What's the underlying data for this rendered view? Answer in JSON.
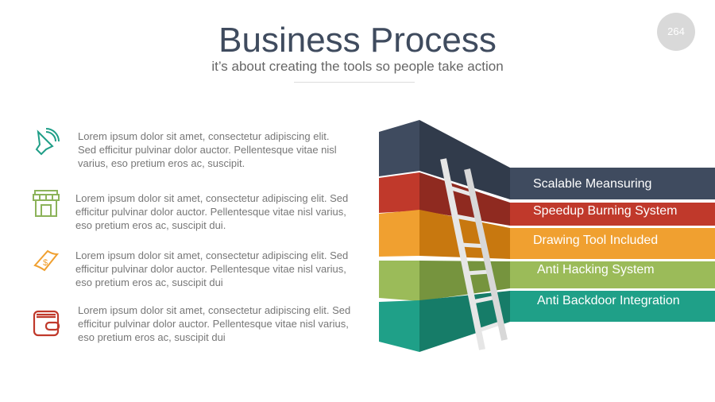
{
  "header": {
    "title": "Business Process",
    "subtitle": "it’s about creating the tools so people take action",
    "page_number": "264"
  },
  "items": [
    {
      "icon": "megaphone-icon",
      "color": "#1f9e87",
      "text": "Lorem ipsum dolor sit amet, consectetur adipiscing elit. Sed efficitur pulvinar dolor auctor. Pellentesque vitae nisl varius, eso pretium eros ac, suscipit."
    },
    {
      "icon": "store-icon",
      "color": "#8cb35a",
      "text": "Lorem ipsum dolor sit amet, consectetur adipiscing elit. Sed efficitur pulvinar dolor auctor. Pellentesque vitae nisl varius, eso pretium eros ac, suscipit dui."
    },
    {
      "icon": "money-icon",
      "color": "#f0a030",
      "text": "Lorem ipsum dolor sit amet, consectetur adipiscing elit. Sed efficitur pulvinar dolor auctor. Pellentesque vitae nisl varius, eso pretium eros ac, suscipit dui"
    },
    {
      "icon": "wallet-icon",
      "color": "#c0392b",
      "text": "Lorem ipsum dolor sit amet, consectetur adipiscing elit. Sed efficitur pulvinar dolor auctor. Pellentesque vitae nisl varius, eso pretium eros ac, suscipit dui"
    }
  ],
  "layers": [
    {
      "label": "Scalable Meansuring",
      "color": "#3f4b5f",
      "side": "#313b4b"
    },
    {
      "label": "Speedup Burning System",
      "color": "#c0392b",
      "side": "#8f2a20"
    },
    {
      "label": "Drawing Tool Included",
      "color": "#f0a030",
      "side": "#c8780f"
    },
    {
      "label": "Anti Hacking System",
      "color": "#9bbb59",
      "side": "#76943e"
    },
    {
      "label": "Anti Backdoor Integration",
      "color": "#1fa088",
      "side": "#167c68"
    }
  ]
}
